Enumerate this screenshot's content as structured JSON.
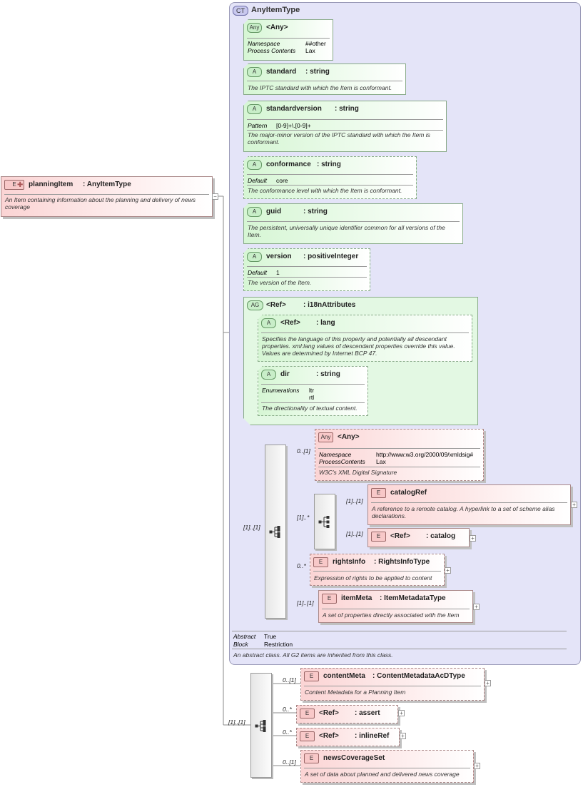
{
  "root": {
    "badge": "E",
    "name": "planningItem",
    "type": ": AnyItemType",
    "doc": "An Item containing information about the planning and delivery of news coverage"
  },
  "ct": {
    "badge": "CT",
    "title": "AnyItemType"
  },
  "any1": {
    "badge": "Any",
    "name": "<Any>",
    "ns_label": "Namespace",
    "ns_value": "##other",
    "pc_label": "Process Contents",
    "pc_value": "Lax"
  },
  "standard": {
    "badge": "A",
    "name": "standard",
    "type": ": string",
    "doc": "The IPTC standard with which the Item is conformant."
  },
  "standardversion": {
    "badge": "A",
    "name": "standardversion",
    "type": ": string",
    "pattern_label": "Pattern",
    "pattern_value": "[0-9]+\\.[0-9]+",
    "doc": "The major-minor version of the IPTC standard with which the Item is conformant."
  },
  "conformance": {
    "badge": "A",
    "name": "conformance",
    "type": ": string",
    "default_label": "Default",
    "default_value": "core",
    "doc": "The conformance level with which the Item is conformant."
  },
  "guid": {
    "badge": "A",
    "name": "guid",
    "type": ": string",
    "doc": "The persistent, universally unique identifier common for all versions of the Item."
  },
  "version": {
    "badge": "A",
    "name": "version",
    "type": ": positiveInteger",
    "default_label": "Default",
    "default_value": "1",
    "doc": "The version of the Item."
  },
  "ag": {
    "badge": "AG",
    "name": "<Ref>",
    "type": ": i18nAttributes"
  },
  "lang": {
    "badge": "A",
    "name": "<Ref>",
    "type": ": lang",
    "doc": "Specifies the language of this property and potentially all descendant properties. xml:lang values of descendant properties override this value. Values are determined by Internet BCP 47."
  },
  "dir": {
    "badge": "A",
    "name": "dir",
    "type": ": string",
    "enum_label": "Enumerations",
    "enum_values": [
      "ltr",
      "rtl"
    ],
    "doc": "The directionality of textual content."
  },
  "any2": {
    "badge": "Any",
    "name": "<Any>",
    "ns_label": "Namespace",
    "ns_value": "http://www.w3.org/2000/09/xmldsig#",
    "pc_label": "ProcessContents",
    "pc_value": "Lax",
    "doc": "W3C's XML Digital Signature",
    "card": "0..[1]"
  },
  "catalogRef": {
    "badge": "E",
    "name": "catalogRef",
    "doc": "A reference to a remote catalog. A hyperlink to a set of scheme alias declarations.",
    "card": "[1]..[1]"
  },
  "catalog": {
    "badge": "E",
    "name": "<Ref>",
    "type": ": catalog",
    "card": "[1]..[1]"
  },
  "choice_card": "[1]..*",
  "rightsInfo": {
    "badge": "E",
    "name": "rightsInfo",
    "type": ": RightsInfoType",
    "doc": "Expression of rights to be applied to content",
    "card": "0..*"
  },
  "itemMeta": {
    "badge": "E",
    "name": "itemMeta",
    "type": ": ItemMetadataType",
    "doc": "A set of properties directly associated with the Item",
    "card": "[1]..[1]"
  },
  "seq1_card": "[1]..[1]",
  "ct_props": {
    "abstract_label": "Abstract",
    "abstract_value": "True",
    "block_label": "Block",
    "block_value": "Restriction",
    "doc": "An abstract class. All G2 items are inherited from this class."
  },
  "seq2_card": "[1]..[1]",
  "contentMeta": {
    "badge": "E",
    "name": "contentMeta",
    "type": ": ContentMetadataAcDType",
    "doc": "Content Metadata for a Planning Item",
    "card": "0..[1]"
  },
  "assert": {
    "badge": "E",
    "name": "<Ref>",
    "type": ": assert",
    "card": "0..*"
  },
  "inlineRef": {
    "badge": "E",
    "name": "<Ref>",
    "type": ": inlineRef",
    "card": "0..*"
  },
  "newsCoverageSet": {
    "badge": "E",
    "name": "newsCoverageSet",
    "doc": "A set of data about planned and delivered news coverage",
    "card": "0..[1]"
  },
  "plus_glyph": "+"
}
